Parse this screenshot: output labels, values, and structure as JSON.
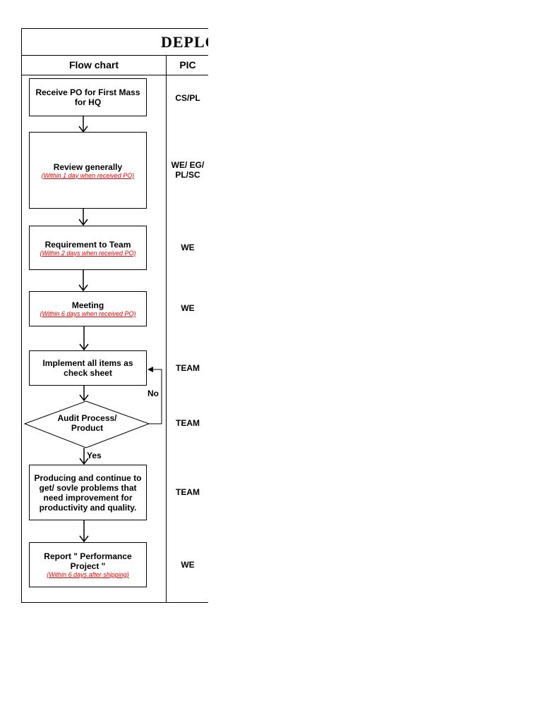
{
  "title": "DEPLO",
  "headers": {
    "flow": "Flow chart",
    "pic": "PIC"
  },
  "steps": [
    {
      "text": "Receive PO for First Mass for HQ",
      "note": "",
      "pic": "CS/PL"
    },
    {
      "text": "Review generally",
      "note": "(Within 1 day when received PO)",
      "pic": "WE/ EG/ PL/SC"
    },
    {
      "text": "Requirement to Team",
      "note": "(Within 2 days when received PO)",
      "pic": "WE"
    },
    {
      "text": "Meeting",
      "note": "(Within 6 days when received PO)",
      "pic": "WE"
    },
    {
      "text": "Implement all items as check sheet",
      "note": "",
      "pic": "TEAM"
    },
    {
      "text": "Audit Process/ Product",
      "note": "",
      "pic": "TEAM"
    },
    {
      "text": "Producing and continue to get/ sovle problems that need improvement for productivity and quality.",
      "note": "",
      "pic": "TEAM"
    },
    {
      "text": "Report \" Performance Project \"",
      "note": "(Within 6 days after shipping)",
      "pic": "WE"
    }
  ],
  "decision": {
    "no": "No",
    "yes": "Yes"
  },
  "colors": {
    "note": "#e00000"
  }
}
